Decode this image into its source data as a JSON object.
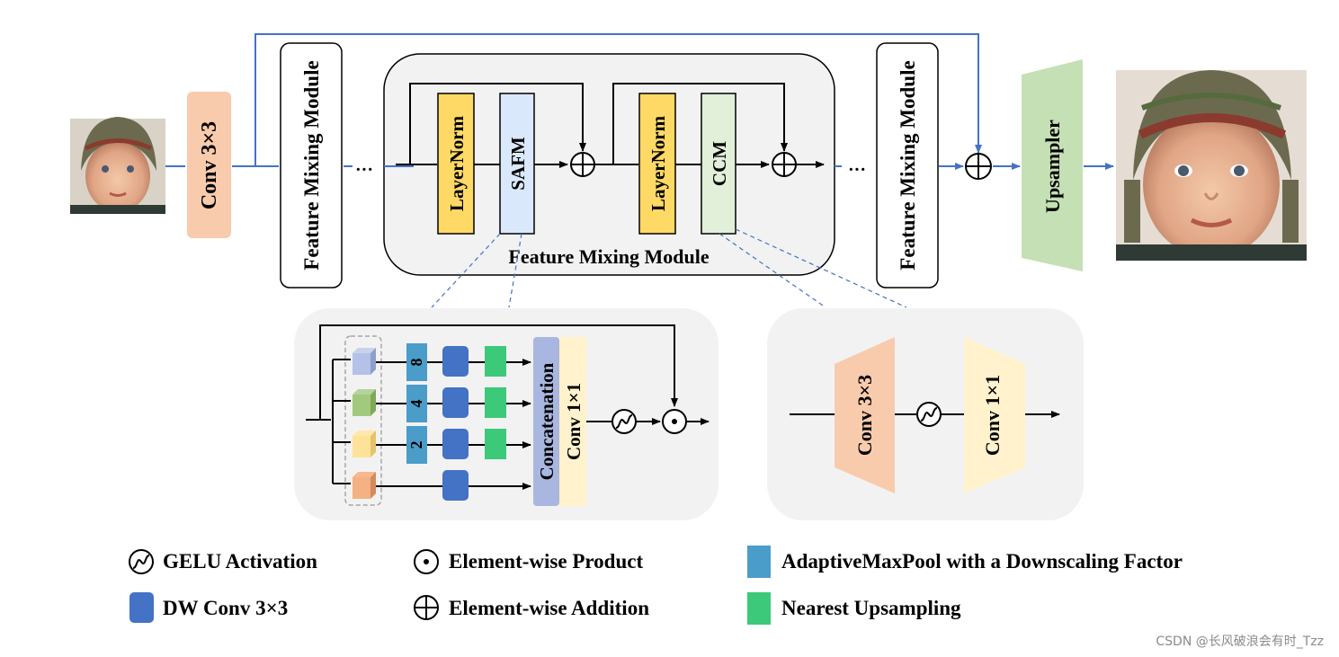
{
  "diagram": {
    "input_image": "baby-face-low-resolution",
    "output_image": "baby-face-high-resolution",
    "conv3x3_label": "Conv 3×3",
    "fmm_label": "Feature Mixing Module",
    "ellipsis": "···",
    "block_layernorm1": "LayerNorm",
    "block_safm": "SAFM",
    "block_layernorm2": "LayerNorm",
    "block_ccm": "CCM",
    "upsampler_label": "Upsampler",
    "safm_detail": {
      "factor_8": "8",
      "factor_4": "4",
      "factor_2": "2",
      "concatenation": "Concatenation",
      "conv1x1": "Conv 1×1"
    },
    "ccm_detail": {
      "conv3x3": "Conv 3×3",
      "conv1x1": "Conv 1×1"
    }
  },
  "legend": {
    "gelu": "GELU Activation",
    "product": "Element-wise Product",
    "pool": "AdaptiveMaxPool with a Downscaling Factor",
    "dwconv": "DW Conv 3×3",
    "addition": "Element-wise Addition",
    "upsampling": "Nearest Upsampling"
  },
  "watermark": "CSDN @长风破浪会有时_Tzz",
  "colors": {
    "line_blue": "#4472c4",
    "conv_orange": "#f8cbad",
    "layernorm_yellow": "#ffd966",
    "safm_blue": "#dae8fc",
    "ccm_green": "#e2f0d9",
    "upsampler_green": "#c5e0b4",
    "pool_teal": "#4a9cc9",
    "dw_blue": "#4472c4",
    "nearest_green": "#3cc97a",
    "concat_lavender": "#a9b7e0",
    "conv1x1_cream": "#fff2cc",
    "panel_gray": "#f2f2f2"
  }
}
